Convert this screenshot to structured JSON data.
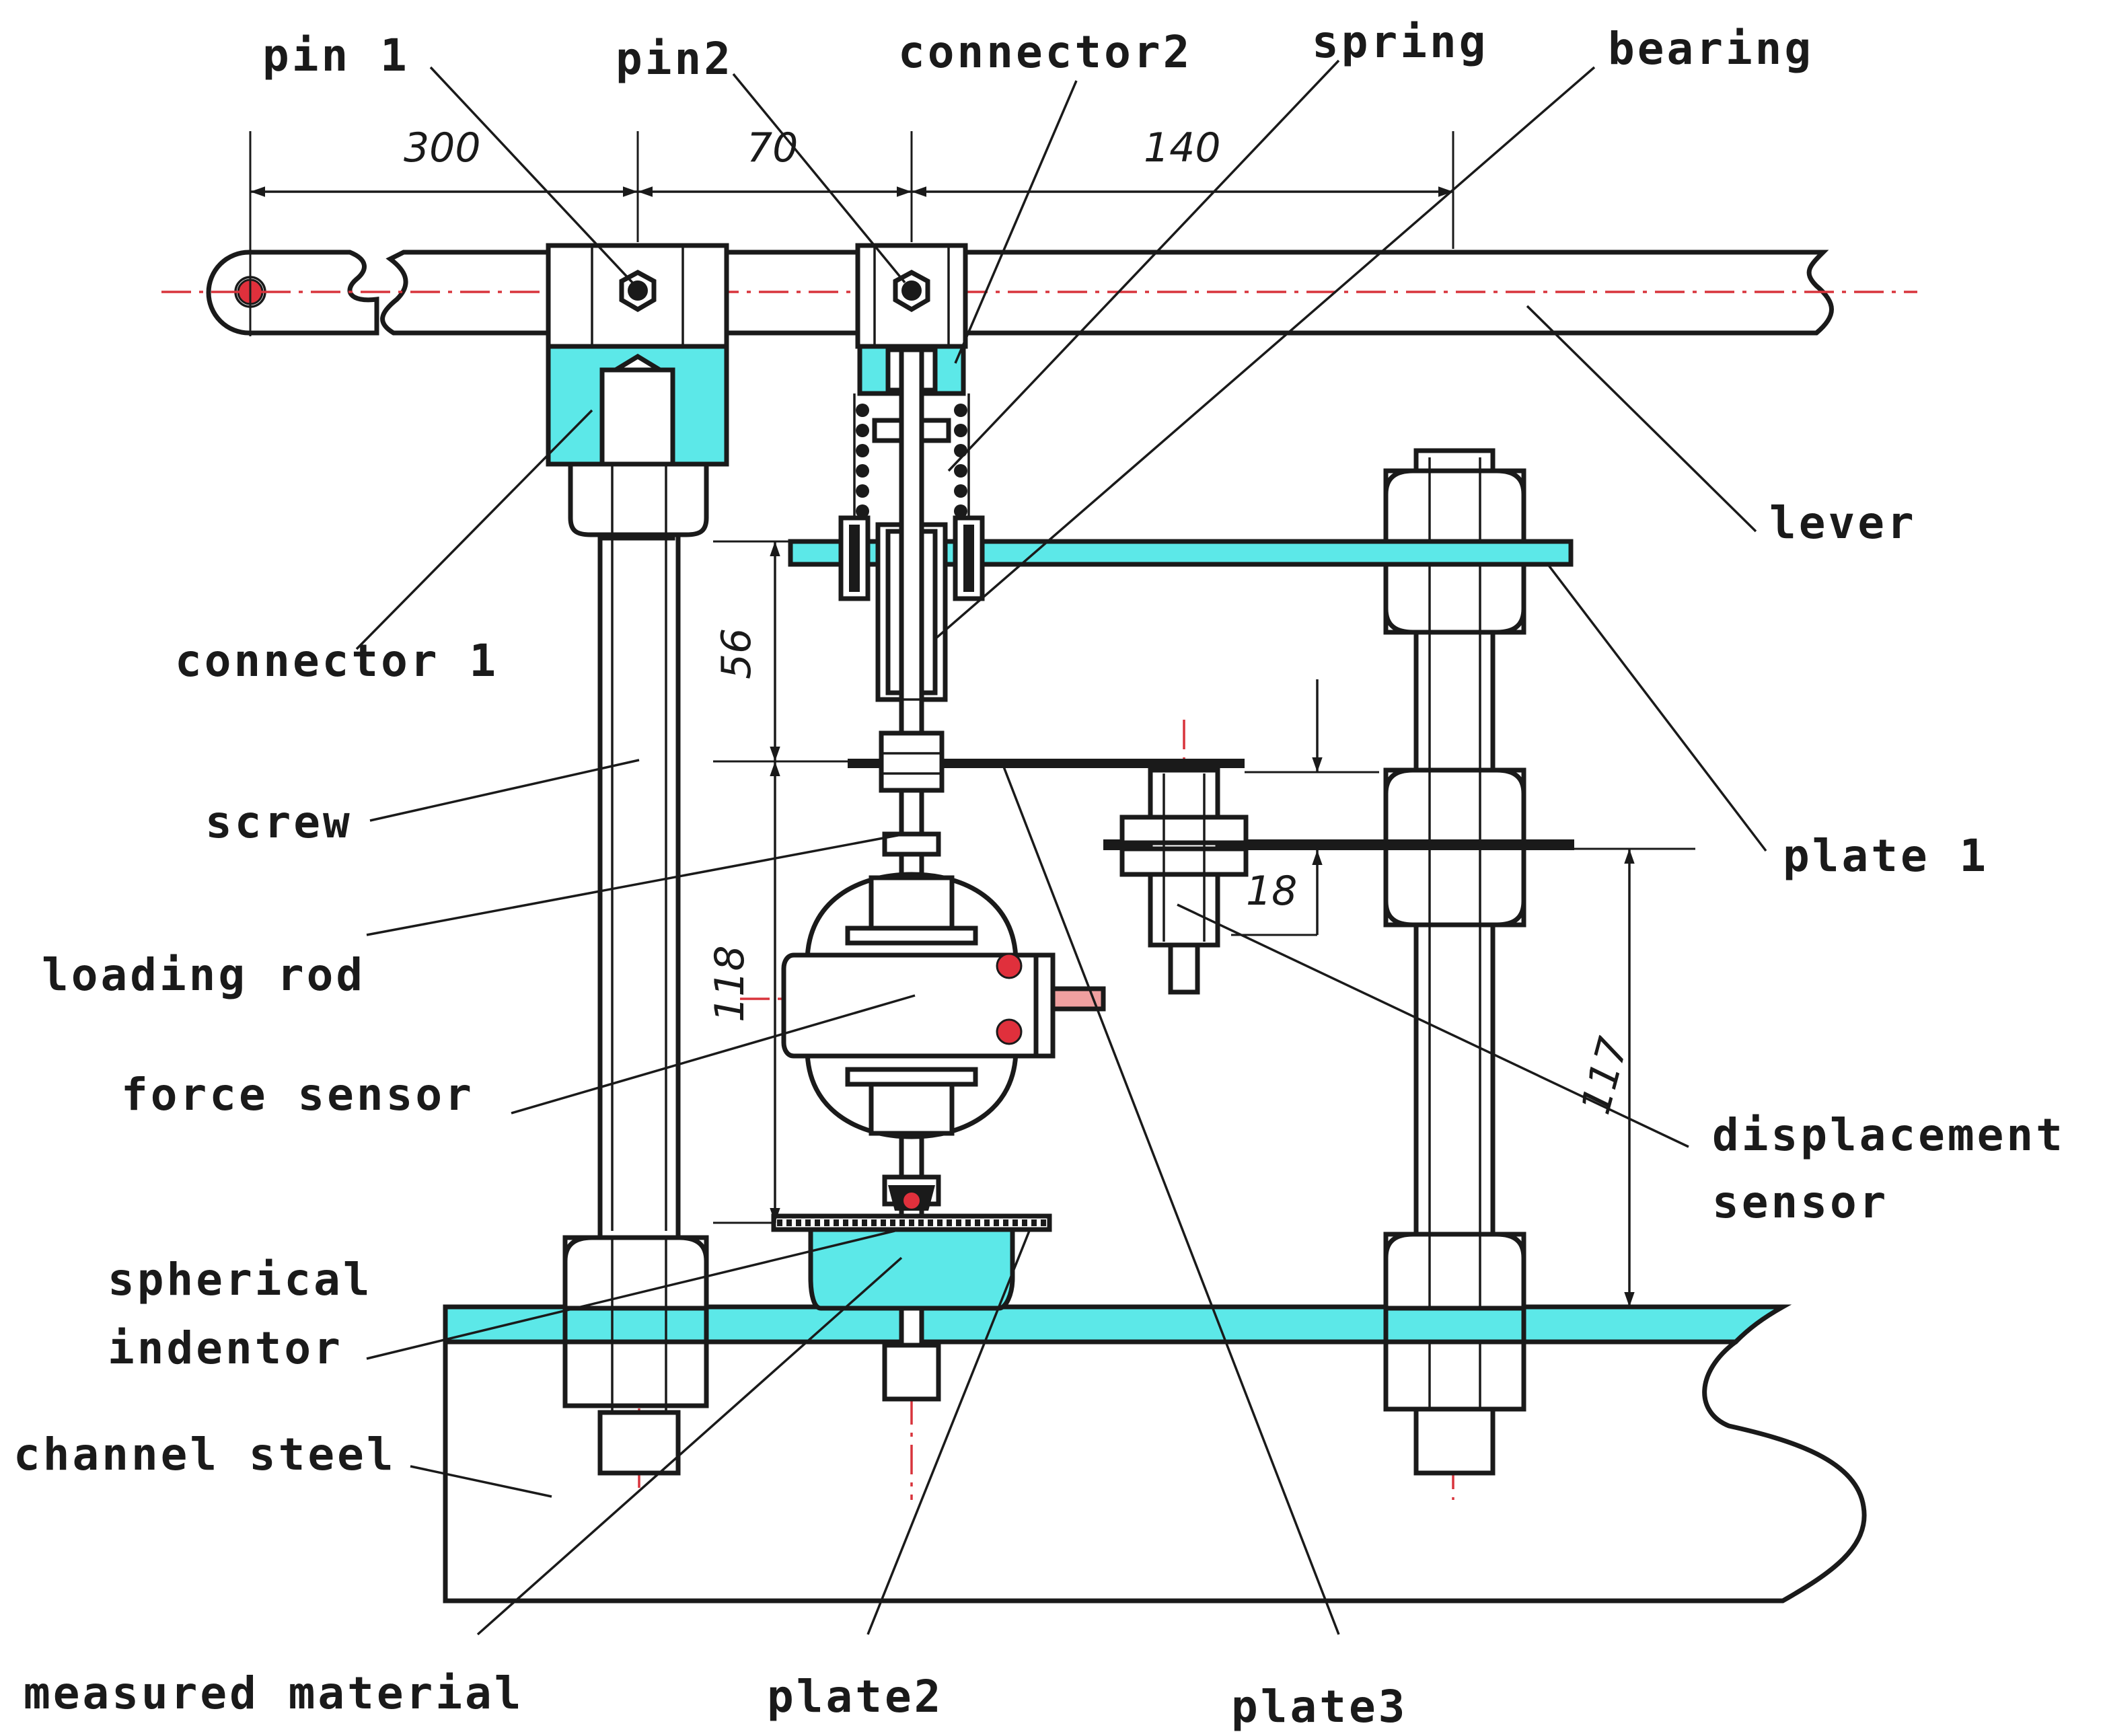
{
  "labels": {
    "pin1": "pin 1",
    "pin2": "pin2",
    "connector2": "connector2",
    "spring": "spring",
    "bearing": "bearing",
    "lever": "lever",
    "connector1": "connector 1",
    "screw": "screw",
    "loading_rod": "loading rod",
    "force_sensor": "force sensor",
    "spherical_indentor_1": "spherical",
    "spherical_indentor_2": "indentor",
    "channel_steel": "channel steel",
    "measured_material": "measured material",
    "plate1": "plate 1",
    "plate2": "plate2",
    "plate3": "plate3",
    "displacement_sensor_1": "displacement",
    "displacement_sensor_2": "sensor"
  },
  "dimensions": {
    "d300": "300",
    "d70": "70",
    "d140": "140",
    "d56": "56",
    "d118": "118",
    "d18": "18",
    "d117": "117"
  },
  "colors": {
    "part_fill": "#5ce8e8",
    "centerline": "#d8343c",
    "outline": "#1a1a1a"
  }
}
